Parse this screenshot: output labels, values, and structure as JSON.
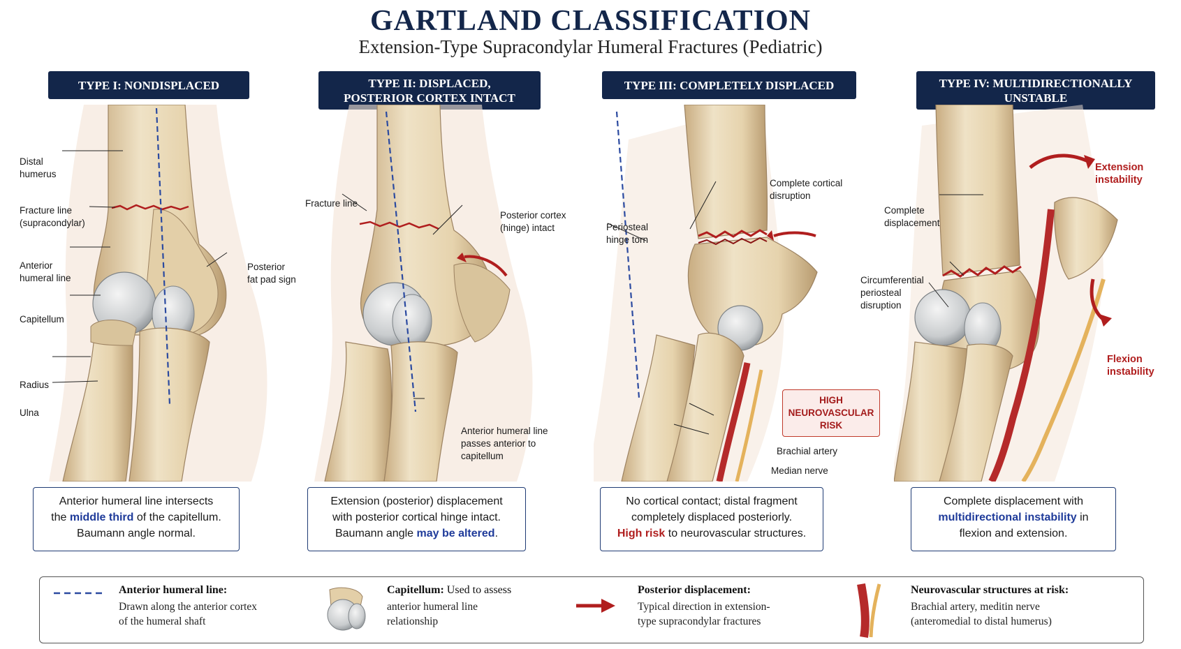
{
  "header": {
    "title": "GARTLAND CLASSIFICATION",
    "subtitle": "Extension-Type Supracondylar Humeral Fractures (Pediatric)"
  },
  "colors": {
    "navy": "#13264a",
    "fracture_red": "#b01e1e",
    "dashed_line_blue": "#2b4aa0",
    "bone": "#e8d7b4"
  },
  "panels": [
    {
      "header_lines": [
        "TYPE I: NONDISPLACED"
      ],
      "labels": {
        "distal_humerus": [
          "Distal",
          "humerus"
        ],
        "fracture_line": [
          "Fracture line",
          "(supracondylar)"
        ],
        "anterior_humeral_line": [
          "Anterior",
          "humeral line"
        ],
        "posterior_fat_pad": [
          "Posterior",
          "fat pad sign"
        ],
        "capitellum": "Capitellum",
        "radius": "Radius",
        "ulna": "Ulna"
      },
      "description": {
        "line1": "Anterior humeral line intersects",
        "line2_pre": "the ",
        "line2_highlight": "middle third",
        "line2_post": " of the capitellum.",
        "line3": "Baumann angle normal."
      }
    },
    {
      "header_lines": [
        "TYPE II: DISPLACED,",
        "POSTERIOR CORTEX INTACT"
      ],
      "labels": {
        "fracture_line": "Fracture line",
        "posterior_cortex": [
          "Posterior cortex",
          "(hinge) intact"
        ],
        "anterior_line_note": [
          "Anterior humeral line",
          "passes anterior to",
          "capitellum"
        ]
      },
      "description": {
        "line1": "Extension (posterior) displacement",
        "line2": "with posterior cortical hinge intact.",
        "line3_pre": "Baumann angle ",
        "line3_highlight": "may be altered",
        "line3_post": "."
      }
    },
    {
      "header_lines": [
        "TYPE III: COMPLETELY DISPLACED"
      ],
      "labels": {
        "complete_cortical": [
          "Complete cortical",
          "disruption"
        ],
        "periosteal_hinge": [
          "Periosteal",
          "hinge torn"
        ],
        "brachial_artery": "Brachial artery",
        "median_nerve": "Median nerve"
      },
      "risk_box": [
        "HIGH",
        "NEUROVASCULAR",
        "RISK"
      ],
      "description": {
        "line1": "No cortical contact; distal fragment",
        "line2": "completely displaced posteriorly.",
        "line3_highlight": "High risk",
        "line3_post": " to neurovascular structures."
      }
    },
    {
      "header_lines": [
        "TYPE IV: MULTIDIRECTIONALLY",
        "UNSTABLE"
      ],
      "labels": {
        "complete_displacement": [
          "Complete",
          "displacement"
        ],
        "circumferential": [
          "Circumferential",
          "periosteal",
          "disruption"
        ],
        "extension_instability": [
          "Extension",
          "instability"
        ],
        "flexion_instability": [
          "Flexion",
          "instability"
        ]
      },
      "description": {
        "line1": "Complete displacement with",
        "line2_highlight": "multidirectional instability",
        "line2_post": " in",
        "line3": "flexion and extension."
      }
    }
  ],
  "legend": [
    {
      "icon": "dashed-line-icon",
      "title": "Anterior humeral line:",
      "text": [
        "Drawn along the anterior cortex",
        "of the humeral shaft"
      ]
    },
    {
      "icon": "capitellum-icon",
      "title": "Capitellum:",
      "title_rest": " Used to assess",
      "text": [
        "anterior humeral line",
        "relationship"
      ]
    },
    {
      "icon": "red-arrow-icon",
      "title": "Posterior displacement:",
      "text": [
        "Typical direction in extension-",
        "type supracondylar fractures"
      ]
    },
    {
      "icon": "neurovascular-icon",
      "title": "Neurovascular structures at risk:",
      "text": [
        "Brachial artery, meditin nerve",
        "(anteromedial to distal humerus)"
      ]
    }
  ]
}
